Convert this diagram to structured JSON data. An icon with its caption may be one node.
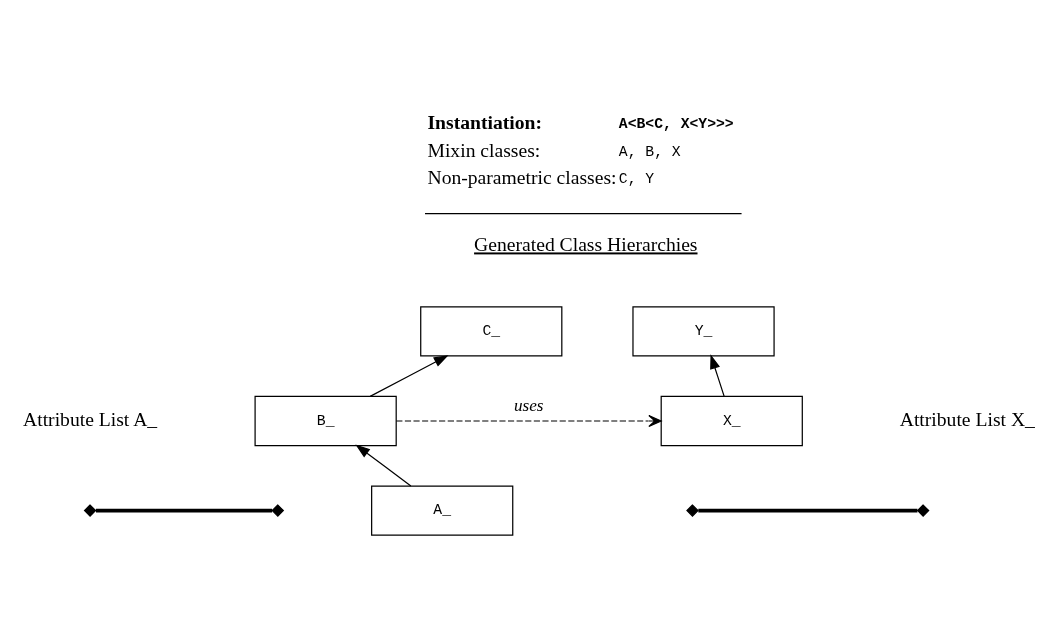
{
  "diagram": {
    "nodes": [
      {
        "text": [
          "C_"
        ]
      },
      {
        "text": [
          "Y_"
        ]
      },
      {
        "text": [
          "B_"
        ]
      },
      {
        "text": [
          "X_"
        ]
      },
      {
        "text": [
          "A_"
        ]
      },
      {
        "text": [],
        "shape": "diamond"
      },
      {
        "text": [],
        "shape": "diamond"
      },
      {
        "text": [],
        "shape": "diamond"
      },
      {
        "text": [],
        "shape": "diamond"
      }
    ],
    "edges": [
      {
        "from": 2,
        "to": 0,
        "arrow": "to"
      },
      {
        "from": 3,
        "to": 1,
        "arrow": "to"
      },
      {
        "from": 2,
        "to": 3,
        "arrow": "to",
        "label": "uses",
        "style": "dashed"
      },
      {
        "from": 4,
        "to": 2,
        "arrow": "to"
      },
      {
        "from": 5,
        "to": 6,
        "arrow": "none",
        "style": "thick"
      },
      {
        "from": 7,
        "to": 8,
        "arrow": "none",
        "style": "thick"
      }
    ],
    "labels": [
      "Instantiation:",
      "A<B<C, X<Y>>>",
      "Mixin classes:",
      "A, B, X",
      "Non-parametric classes:",
      "C, Y",
      "Generated Class Hierarchies",
      "Attribute List A_",
      "Attribute List X_"
    ]
  }
}
